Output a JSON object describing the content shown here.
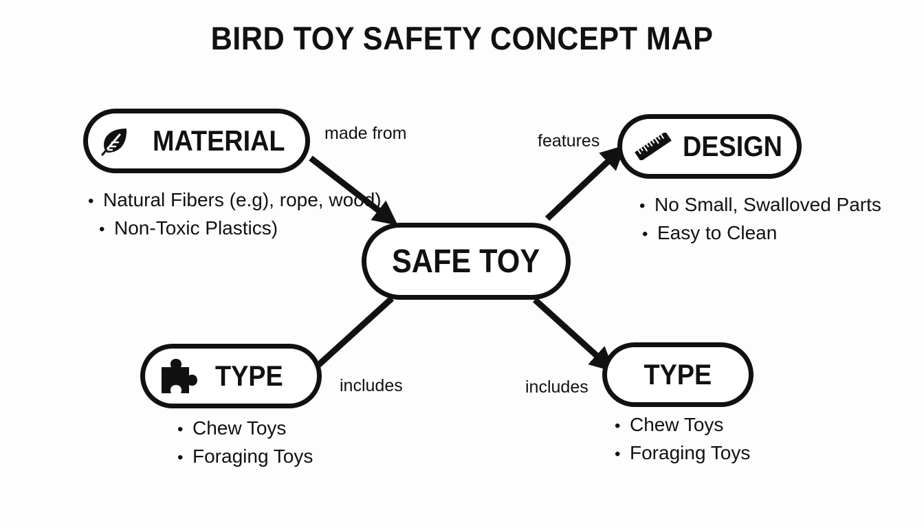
{
  "title": "BIRD TOY SAFETY CONCEPT MAP",
  "center": {
    "label": "SAFE TOY"
  },
  "nodes": {
    "material": {
      "label": "MATERIAL",
      "icon": "leaf-icon",
      "edge_label": "made from",
      "bullets": [
        "Natural Fibers (e.g), rope, wood)",
        "Non-Toxic Plastics)"
      ]
    },
    "design": {
      "label": "DESIGN",
      "icon": "ruler-icon",
      "edge_label": "features",
      "bullets": [
        "No Small, Swalloved Parts",
        "Easy to Clean"
      ]
    },
    "type_left": {
      "label": "TYPE",
      "icon": "puzzle-piece-icon",
      "edge_label": "includes",
      "bullets": [
        "Chew Toys",
        "Foraging Toys"
      ]
    },
    "type_right": {
      "label": "TYPE",
      "edge_label": "includes",
      "bullets": [
        "Chew Toys",
        "Foraging Toys"
      ]
    }
  },
  "colors": {
    "ink": "#111111",
    "background": "#fdfdfd",
    "node_fill": "#ffffff"
  }
}
